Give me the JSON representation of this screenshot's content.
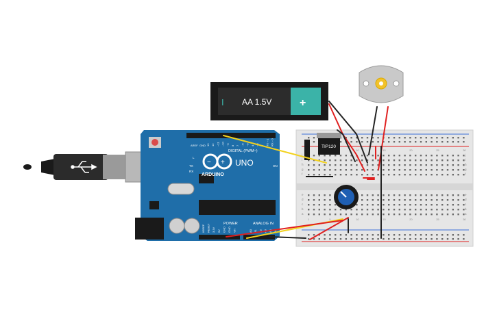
{
  "battery": {
    "label": "AA 1.5V",
    "minus": "I",
    "plus": "+"
  },
  "transistor": {
    "label": "TIP120"
  },
  "arduino": {
    "brand": "ARDUINO",
    "model": "UNO",
    "on_label": "ON",
    "tx_label": "TX",
    "rx_label": "RX",
    "l_label": "L",
    "digital_label": "DIGITAL (PWM~)",
    "aref_label": "AREF",
    "gnd_label": "GND",
    "digital_pins": [
      "13",
      "12",
      "~11",
      "~10",
      "~9",
      "8",
      "7",
      "~6",
      "~5",
      "4",
      "~3",
      "2",
      "TX→1",
      "RX←0"
    ],
    "power_label": "POWER",
    "analog_label": "ANALOG IN",
    "power_pins": [
      "IOREF",
      "RESET",
      "3.3V",
      "5V",
      "GND",
      "GND",
      "Vin"
    ],
    "analog_pins": [
      "A0",
      "A1",
      "A2",
      "A3",
      "A4",
      "A5"
    ]
  },
  "breadboard": {
    "row_letters_top": [
      "j",
      "i",
      "h",
      "g",
      "f"
    ],
    "row_letters_bottom": [
      "e",
      "d",
      "c",
      "b",
      "a"
    ],
    "column_numbers": [
      "1",
      "5",
      "10",
      "15",
      "20",
      "25",
      "30"
    ]
  },
  "colors": {
    "arduino_blue": "#1f6ea9",
    "battery_teal": "#3bb3a8",
    "wire_red": "#e02020",
    "wire_black": "#222222",
    "wire_yellow": "#f3d21e"
  }
}
